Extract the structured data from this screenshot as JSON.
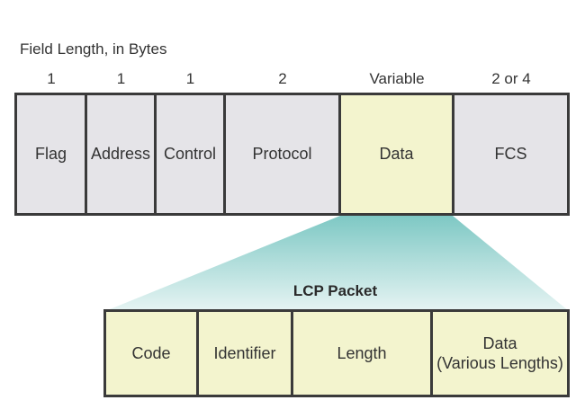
{
  "caption": "Field Length, in Bytes",
  "frame": {
    "fields": [
      {
        "length": "1",
        "label": "Flag"
      },
      {
        "length": "1",
        "label": "Address"
      },
      {
        "length": "1",
        "label": "Control"
      },
      {
        "length": "2",
        "label": "Protocol"
      },
      {
        "length": "Variable",
        "label": "Data"
      },
      {
        "length": "2 or 4",
        "label": "FCS"
      }
    ]
  },
  "lcp": {
    "title": "LCP Packet",
    "fields": [
      {
        "label": "Code"
      },
      {
        "label": "Identifier"
      },
      {
        "label": "Length"
      },
      {
        "label": "Data",
        "sublabel": "(Various Lengths)"
      }
    ]
  },
  "colors": {
    "highlight": "#f3f4ce",
    "frame_fill": "#e5e4e8",
    "border": "#3a3a3a",
    "funnel_top": "#7ec8c4",
    "funnel_bottom": "#e6f4f3"
  }
}
